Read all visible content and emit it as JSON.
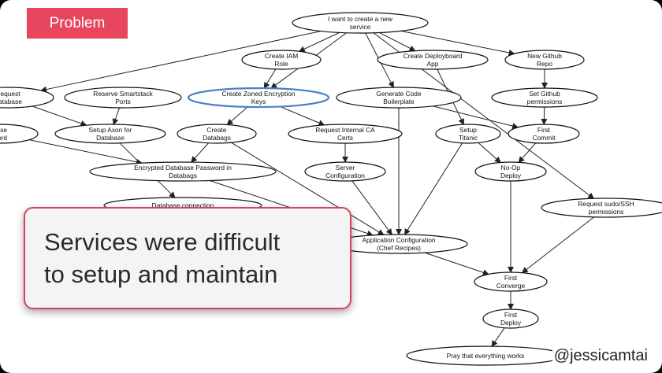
{
  "slide": {
    "tag": "Problem",
    "callout": [
      "Services were difficult",
      "to setup and maintain"
    ],
    "handle": "@jessicamtai"
  },
  "colors": {
    "tag": "#e8465f",
    "callout_border": "#d7425c",
    "highlight": "#4a7fc8"
  },
  "nodes": [
    {
      "id": "create_service",
      "lines": [
        "I want to create a new",
        "service"
      ]
    },
    {
      "id": "iam_role",
      "lines": [
        "Create IAM",
        "Role"
      ]
    },
    {
      "id": "deployboard",
      "lines": [
        "Create Deployboard",
        "App"
      ]
    },
    {
      "id": "github_repo",
      "lines": [
        "New Github",
        "Repo"
      ]
    },
    {
      "id": "request_db",
      "lines": [
        "Request",
        "Database"
      ]
    },
    {
      "id": "smartstack",
      "lines": [
        "Reserve Smartstack",
        "Ports"
      ]
    },
    {
      "id": "zoned_keys",
      "lines": [
        "Create Zoned Encryption",
        "Keys"
      ],
      "highlight": true
    },
    {
      "id": "boilerplate",
      "lines": [
        "Generate Code",
        "Boilerplate"
      ]
    },
    {
      "id": "github_perms",
      "lines": [
        "Set Github",
        "permissions"
      ]
    },
    {
      "id": "db_password",
      "lines": [
        "base",
        "word"
      ]
    },
    {
      "id": "axon",
      "lines": [
        "Setup Axon for",
        "Database"
      ]
    },
    {
      "id": "databags",
      "lines": [
        "Create",
        "Databags"
      ]
    },
    {
      "id": "internal_ca",
      "lines": [
        "Request Internal CA",
        "Certs"
      ]
    },
    {
      "id": "titanic",
      "lines": [
        "Setup",
        "Titanic"
      ]
    },
    {
      "id": "first_commit",
      "lines": [
        "First",
        "Commit"
      ]
    },
    {
      "id": "enc_db_pw",
      "lines": [
        "Encrypted Database Password in",
        "Databags"
      ]
    },
    {
      "id": "server_config",
      "lines": [
        "Server",
        "Configuration"
      ]
    },
    {
      "id": "noop_deploy",
      "lines": [
        "No-Op",
        "Deploy"
      ]
    },
    {
      "id": "db_connection",
      "lines": [
        "Database connection"
      ]
    },
    {
      "id": "sudo_ssh",
      "lines": [
        "Request sudo/SSH",
        "permissions"
      ]
    },
    {
      "id": "app_config",
      "lines": [
        "Application Configuration",
        "(Chef Recipes)"
      ]
    },
    {
      "id": "first_converge",
      "lines": [
        "First",
        "Converge"
      ]
    },
    {
      "id": "first_deploy",
      "lines": [
        "First",
        "Deploy"
      ]
    },
    {
      "id": "pray",
      "lines": [
        "Pray that everything works"
      ]
    }
  ],
  "edges": [
    [
      "create_service",
      "iam_role"
    ],
    [
      "create_service",
      "deployboard"
    ],
    [
      "create_service",
      "github_repo"
    ],
    [
      "create_service",
      "request_db"
    ],
    [
      "create_service",
      "zoned_keys"
    ],
    [
      "create_service",
      "boilerplate"
    ],
    [
      "create_service",
      "sudo_ssh"
    ],
    [
      "iam_role",
      "zoned_keys"
    ],
    [
      "github_repo",
      "github_perms"
    ],
    [
      "deployboard",
      "titanic"
    ],
    [
      "request_db",
      "axon"
    ],
    [
      "smartstack",
      "axon"
    ],
    [
      "zoned_keys",
      "databags"
    ],
    [
      "zoned_keys",
      "internal_ca"
    ],
    [
      "boilerplate",
      "first_commit"
    ],
    [
      "boilerplate",
      "app_config"
    ],
    [
      "github_perms",
      "first_commit"
    ],
    [
      "db_password",
      "enc_db_pw"
    ],
    [
      "databags",
      "enc_db_pw"
    ],
    [
      "databags",
      "app_config"
    ],
    [
      "internal_ca",
      "server_config"
    ],
    [
      "titanic",
      "noop_deploy"
    ],
    [
      "first_commit",
      "noop_deploy"
    ],
    [
      "server_config",
      "app_config"
    ],
    [
      "axon",
      "db_connection"
    ],
    [
      "enc_db_pw",
      "app_config"
    ],
    [
      "titanic",
      "app_config"
    ],
    [
      "noop_deploy",
      "first_converge"
    ],
    [
      "sudo_ssh",
      "first_converge"
    ],
    [
      "app_config",
      "first_converge"
    ],
    [
      "first_converge",
      "first_deploy"
    ],
    [
      "first_deploy",
      "pray"
    ]
  ]
}
